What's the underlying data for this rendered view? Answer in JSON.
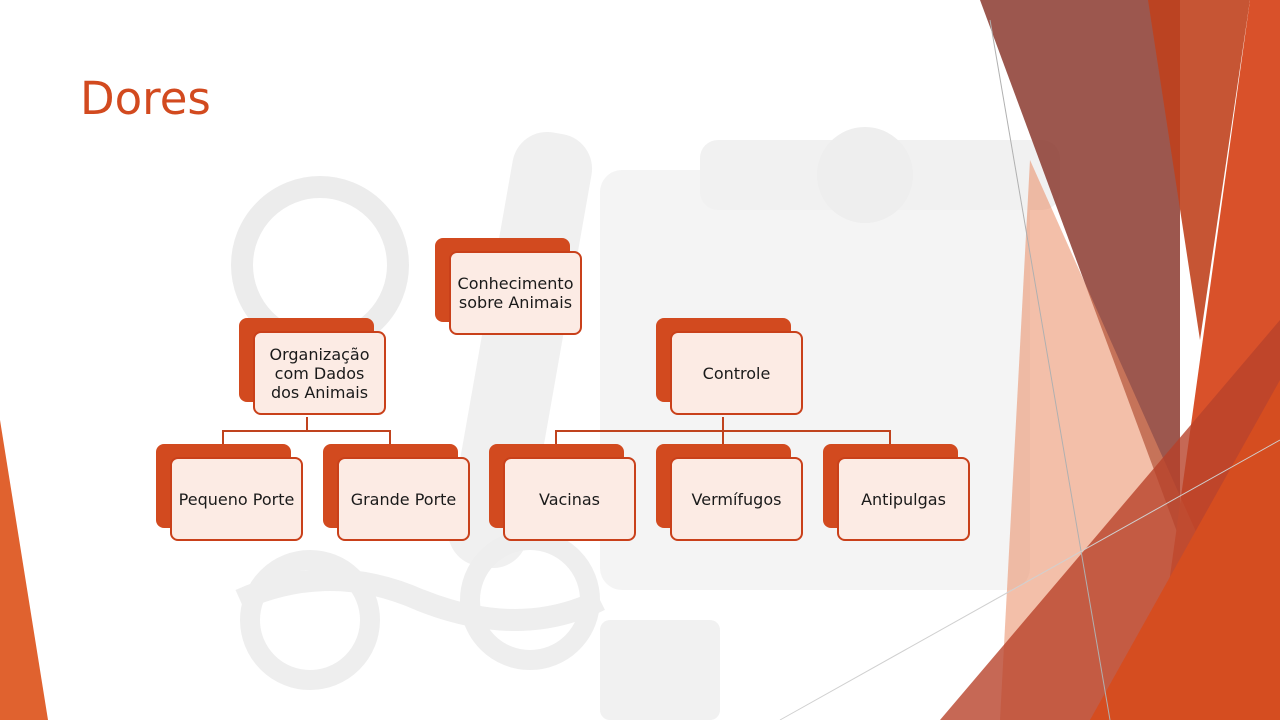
{
  "slide": {
    "title": "Dores"
  },
  "colors": {
    "accent": "#d24a1f",
    "node_fill": "#fcebe4",
    "node_border": "#c9401a",
    "connector": "#c0431e"
  },
  "diagram": {
    "root": {
      "label": "Conhecimento sobre Animais"
    },
    "branches": [
      {
        "label": "Organização com Dados dos Animais",
        "children": [
          {
            "label": "Pequeno Porte"
          },
          {
            "label": "Grande Porte"
          }
        ]
      },
      {
        "label": "Controle",
        "children": [
          {
            "label": "Vacinas"
          },
          {
            "label": "Vermífugos"
          },
          {
            "label": "Antipulgas"
          }
        ]
      }
    ]
  }
}
